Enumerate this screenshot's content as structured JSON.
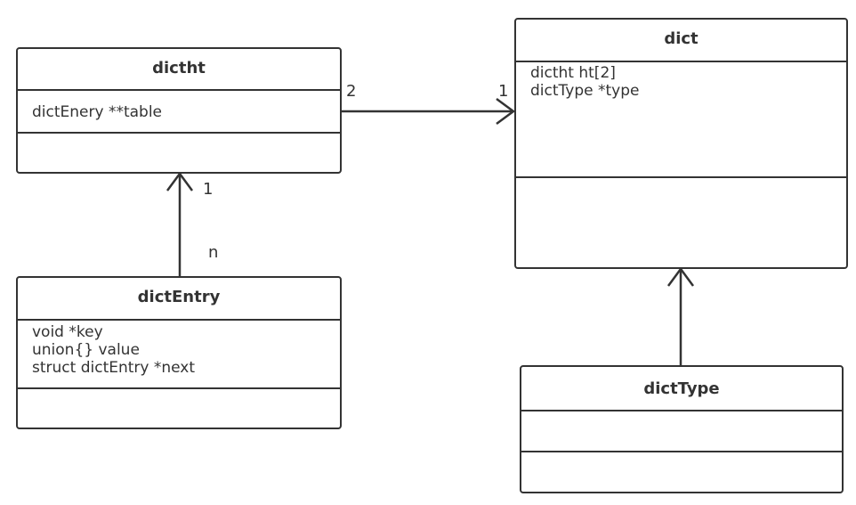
{
  "classes": {
    "dictht": {
      "name": "dictht",
      "attributes": [
        "dictEnery **table"
      ]
    },
    "dict": {
      "name": "dict",
      "attributes": [
        "dictht ht[2]",
        "dictType *type"
      ]
    },
    "dictEntry": {
      "name": "dictEntry",
      "attributes": [
        "void *key",
        "union{} value",
        "struct dictEntry *next"
      ]
    },
    "dictType": {
      "name": "dictType",
      "attributes": []
    }
  },
  "associations": {
    "dictht_to_dict": {
      "source_multiplicity": "2",
      "target_multiplicity": "1"
    },
    "dictEntry_to_dictht": {
      "target_multiplicity": "1",
      "source_multiplicity": "n"
    }
  },
  "colors": {
    "line": "#333333",
    "background": "#ffffff"
  }
}
